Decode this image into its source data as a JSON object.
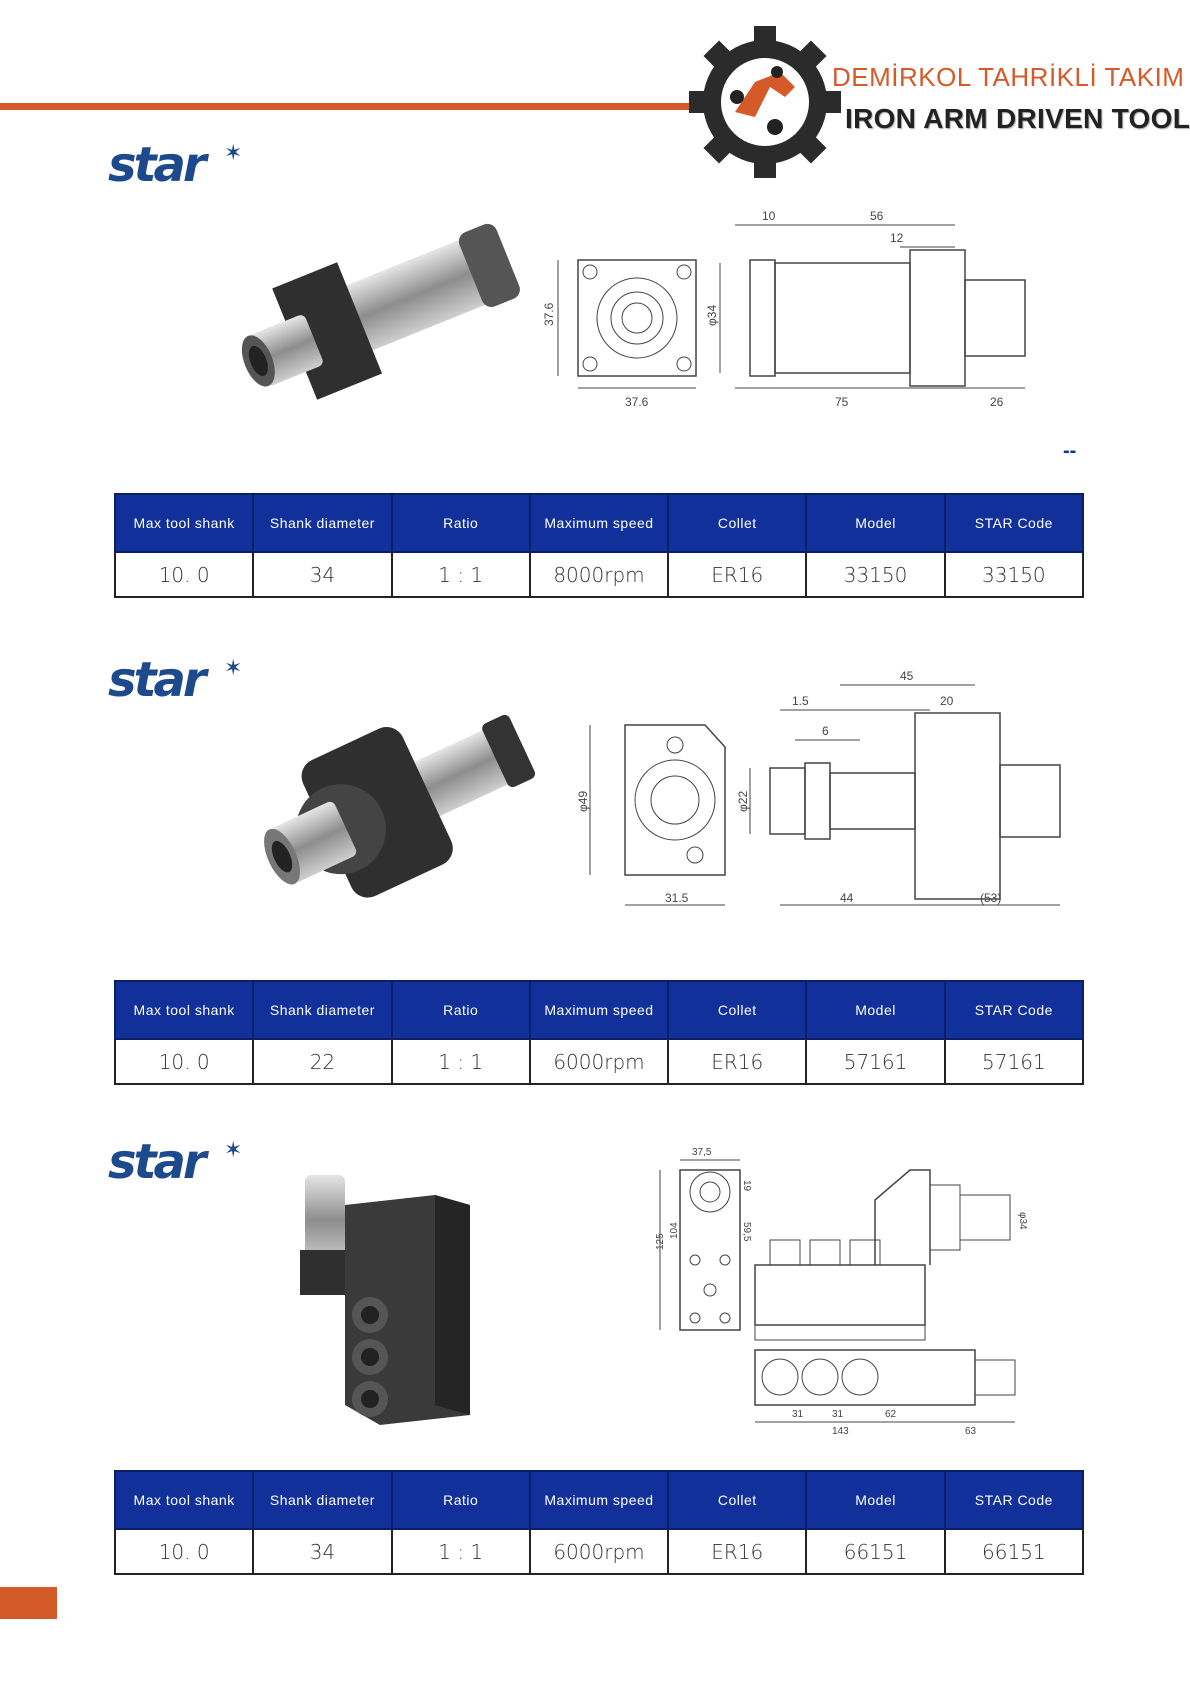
{
  "header": {
    "brand_tr": "DEMİRKOL TAHRİKLİ TAKIM",
    "brand_en": "IRON ARM DRIVEN TOOLS",
    "accent_color": "#d55a2a",
    "table_header_color": "#11309a"
  },
  "star_logo": {
    "word": "star",
    "mark": "✶"
  },
  "table_headers": [
    "Max tool shank",
    "Shank diameter",
    "Ratio",
    "Maximum speed",
    "Collet",
    "Model",
    "STAR Code"
  ],
  "products": [
    {
      "values": [
        "10. 0",
        "34",
        "1 : 1",
        "8000rpm",
        "ER16",
        "33150",
        "33150"
      ],
      "dims": [
        "10",
        "56",
        "12",
        "37.6",
        "φ34",
        "37.6",
        "75",
        "26"
      ]
    },
    {
      "values": [
        "10. 0",
        "22",
        "1 : 1",
        "6000rpm",
        "ER16",
        "57161",
        "57161"
      ],
      "dims": [
        "45",
        "1.5",
        "20",
        "6",
        "φ49",
        "φ22",
        "31.5",
        "44",
        "(53)"
      ]
    },
    {
      "values": [
        "10. 0",
        "34",
        "1 : 1",
        "6000rpm",
        "ER16",
        "66151",
        "66151"
      ],
      "dims": [
        "37,5",
        "19",
        "59,5",
        "125",
        "104",
        "φ34",
        "31",
        "31",
        "62",
        "143",
        "63"
      ]
    }
  ],
  "misc": {
    "dash": "--"
  }
}
